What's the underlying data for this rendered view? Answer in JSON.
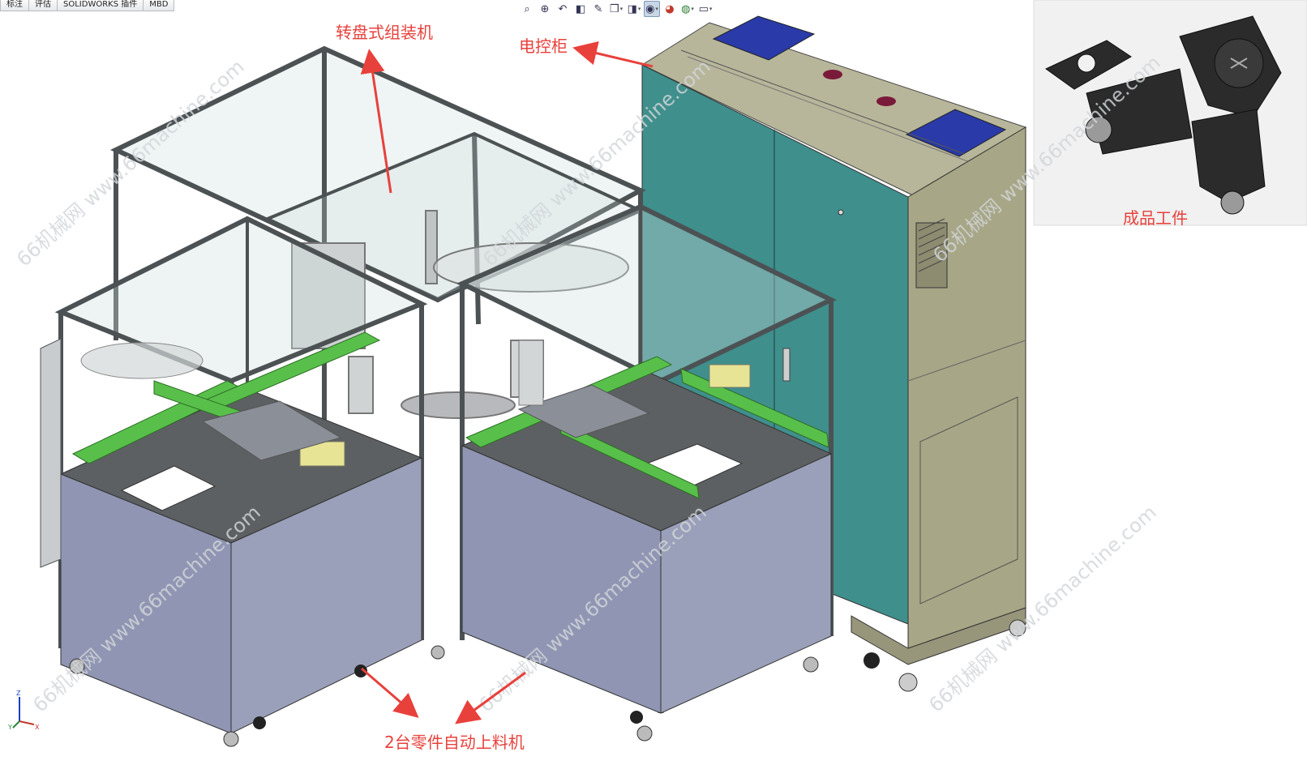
{
  "toolbar_tabs": [
    "标注",
    "评估",
    "SOLIDWORKS 插件",
    "MBD"
  ],
  "view_toolbar": {
    "icons": [
      "zoom-to-fit-icon",
      "zoom-area-icon",
      "previous-view-icon",
      "section-view-icon",
      "dynamic-annotation-icon",
      "view-orientation-icon",
      "display-style-icon",
      "hide-show-items-icon",
      "edit-appearance-icon",
      "apply-scene-icon",
      "view-settings-icon"
    ]
  },
  "annotations": {
    "turntable": "转盘式组装机",
    "cabinet": "电控柜",
    "feeders": "2台零件自动上料机",
    "finished": "成品工件"
  },
  "watermarks": [
    "66机械网 www.66machine.com"
  ],
  "axis": {
    "x": "X",
    "y": "Y",
    "z": "Z"
  },
  "colors": {
    "label": "#e8413c",
    "cabinet_teal": "#3f8f8c",
    "cabinet_khaki": "#a7a686",
    "panel_slate": "#8f95b2",
    "frame_grey": "#5e6466",
    "rail_green": "#58c04a",
    "blue_panel": "#2a3aa8"
  }
}
